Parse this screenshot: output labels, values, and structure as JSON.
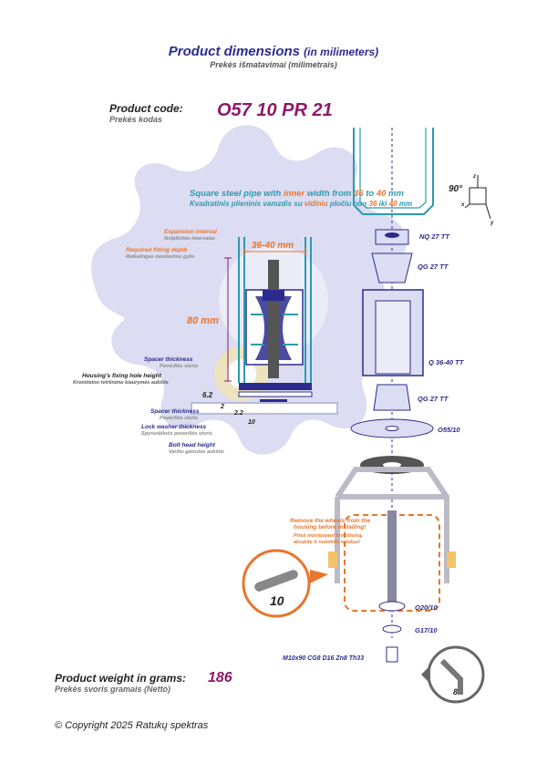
{
  "header": {
    "title": "Product dimensions",
    "title_paren": "(in milimeters)",
    "subtitle": "Prekės išmatavimai (milimetrais)"
  },
  "product_code": {
    "label": "Product code:",
    "label_lt": "Prekės kodas",
    "value": "O57 10 PR 21"
  },
  "pipe_note": {
    "en_a": "Square steel pipe with ",
    "en_b": "inner",
    "en_c": " width from ",
    "en_d": "36",
    "en_e": " to ",
    "en_f": "40",
    "en_g": " mm",
    "lt_a": "Kvadratinis plieninis vamzdis su ",
    "lt_b": "vidiniu",
    "lt_c": " pločiu nuo ",
    "lt_d": "36",
    "lt_e": " iki ",
    "lt_f": "40",
    "lt_g": " mm"
  },
  "labels": {
    "expansion": "Expansion interval",
    "expansion_lt": "Išsiplėtimo intervalas",
    "fitting": "Required fitting depth",
    "fitting_lt": "Reikalingas montavimo gylis",
    "width": "36-40 mm",
    "depth": "80 mm",
    "spacer1": "Spacer thickness",
    "spacer1_lt": "Poveržlės storis",
    "housing": "Housing's fixing hole height",
    "housing_lt": "Kronšteino tvirtinimo kiaurymės aukštis",
    "spacer2": "Spacer thickness",
    "spacer2_lt": "Poveržlės storis",
    "lockwasher": "Lock washer thickness",
    "lockwasher_lt": "Spyruoklinės poveržlės storis",
    "bolthead": "Bolt head height",
    "bolthead_lt": "Varžto galvutės aukštis",
    "dim_62": "6.2",
    "dim_2": "2",
    "dim_22": "2.2",
    "dim_10": "10",
    "remove": "Remove the wheels from the",
    "remove2": "housing before installing!",
    "remove_lt": "Prieš montuojant kronšteiną,",
    "remove_lt2": "atsukite ir nuimkite ratukus!",
    "wrench": "10",
    "hex": "8",
    "angle": "90°",
    "ax_z": "z",
    "ax_x": "x",
    "ax_y": "y"
  },
  "parts": [
    "NQ 27 TT",
    "QG 27 TT",
    "Q 36-40 TT",
    "QG 27 TT",
    "O55/10",
    "O20/10",
    "G17/10",
    "M10x90 CG8 D16 Zn8 Th33"
  ],
  "weight": {
    "label": "Product weight in grams:",
    "label_lt": "Prekės svoris gramais (Netto)",
    "value": "186"
  },
  "copyright": "© Copyright 2025 Ratukų spektras",
  "colors": {
    "navy": "#2b2b8f",
    "purple": "#8b1a6b",
    "orange": "#e8762c",
    "teal": "#2a9bb0",
    "lavender": "#dcdcf2"
  }
}
